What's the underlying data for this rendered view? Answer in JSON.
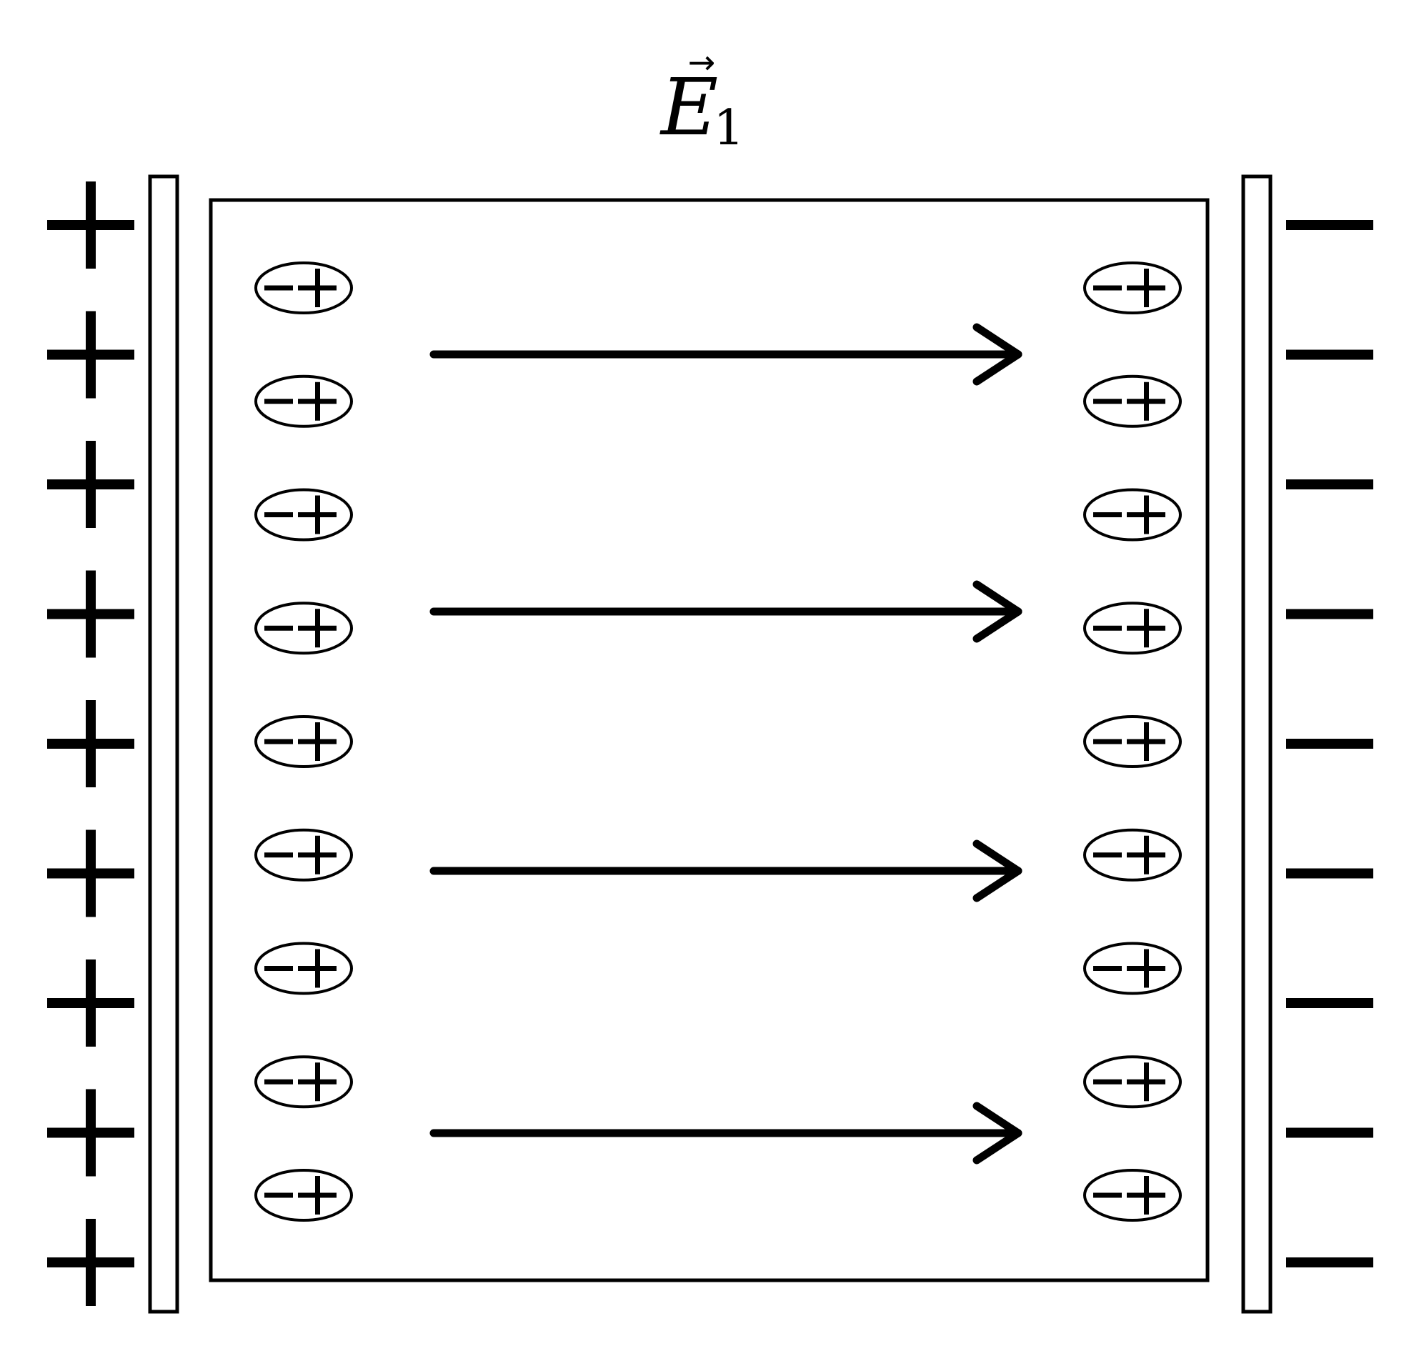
{
  "field": {
    "symbol": "E",
    "subscript": "1"
  },
  "plates": {
    "left_sign": "+",
    "right_sign": "−",
    "charge_count": 9
  },
  "dipoles": {
    "rows_per_side": 9,
    "negative_sign": "−",
    "positive_sign": "+"
  },
  "field_lines": {
    "count": 4,
    "direction": "right"
  },
  "colors": {
    "ink": "#000000",
    "background": "#ffffff"
  }
}
